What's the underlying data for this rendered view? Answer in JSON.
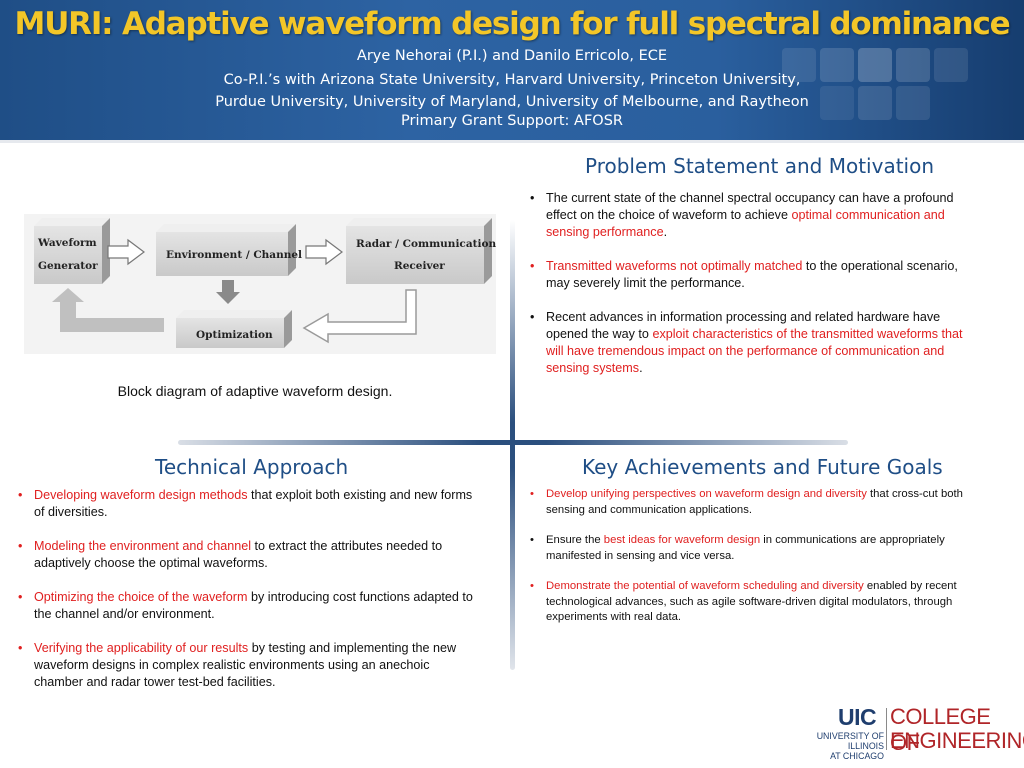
{
  "header": {
    "title": "MURI: Adaptive waveform design for full spectral dominance",
    "investigators": "Arye Nehorai (P.I.) and Danilo Erricolo, ECE",
    "copi_line1": "Co-P.I.’s with Arizona State University, Harvard University, Princeton University,",
    "copi_line2": "Purdue University, University of Maryland, University of Melbourne, and Raytheon",
    "support": "Primary Grant Support: AFOSR"
  },
  "diagram": {
    "boxes": {
      "waveform_line1": "Waveform",
      "waveform_line2": "Generator",
      "environment": "Environment / Channel",
      "radar_line1": "Radar / Communication",
      "radar_line2": "Receiver",
      "optimization": "Optimization"
    },
    "caption": "Block diagram of adaptive waveform design."
  },
  "problem": {
    "title": "Problem Statement and Motivation",
    "bullets": [
      {
        "t1": "The current state of the channel spectral occupancy can have a profound effect on the choice of waveform to achieve ",
        "r1": "optimal communication and sensing performance",
        "t2": "."
      },
      {
        "r1": "Transmitted waveforms not optimally matched",
        "t1": " to the operational scenario, may severely limit the performance."
      },
      {
        "t1": "Recent advances in information processing and related hardware have opened the way to ",
        "r1": "exploit characteristics of the transmitted waveforms that will have tremendous impact on the performance of communication and sensing systems",
        "t2": "."
      }
    ]
  },
  "technical": {
    "title": "Technical Approach",
    "bullets": [
      {
        "r": "Developing waveform design methods",
        "t": " that exploit both existing and new forms of diversities."
      },
      {
        "r": "Modeling the environment and channel",
        "t": " to extract the attributes needed to adaptively choose the optimal waveforms."
      },
      {
        "r": "Optimizing the choice of the waveform",
        "t": " by introducing cost functions adapted to the channel and/or environment."
      },
      {
        "r": "Verifying the applicability of our results",
        "t": " by testing and implementing the new waveform designs in complex realistic environments using an anechoic chamber and radar tower test-bed facilities."
      }
    ]
  },
  "achievements": {
    "title": "Key Achievements and Future Goals",
    "bullets": [
      {
        "r1": "Develop unifying perspectives on waveform design and diversity",
        "t1": " that cross-cut both sensing and communication applications."
      },
      {
        "t1": "Ensure the ",
        "r1": "best ideas for waveform design",
        "t2": " in communications are appropriately manifested in sensing and vice versa."
      },
      {
        "r1": "Demonstrate the potential of waveform scheduling and diversity",
        "t1": " enabled by recent technological advances, such as agile software-driven digital modulators, through experiments with real data."
      }
    ]
  },
  "logo": {
    "uic": "UIC",
    "college": "COLLEGE OF",
    "engineering": "ENGINEERING",
    "univ_line1": "UNIVERSITY OF ILLINOIS",
    "univ_line2": "AT CHICAGO"
  },
  "colors": {
    "header_blue": "#2d63a3",
    "title_gold": "#f3c628",
    "heading_blue": "#1f4e86",
    "emphasis_red": "#e02020",
    "uic_red": "#b02528"
  }
}
